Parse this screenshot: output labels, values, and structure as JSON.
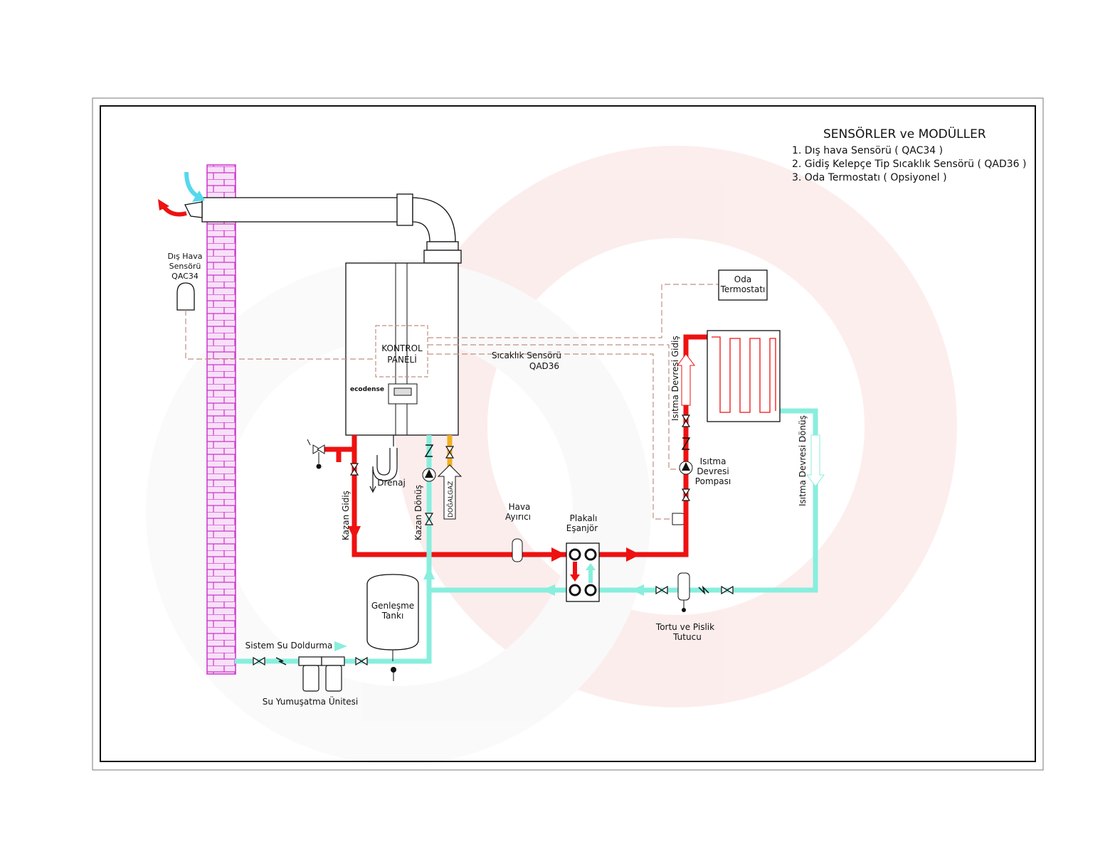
{
  "legend": {
    "title": "SENSÖRLER ve MODÜLLER",
    "items": [
      "1. Dış hava Sensörü ( QAC34 )",
      "2. Gidiş Kelepçe Tip Sıcaklık Sensörü ( QAD36 )",
      "3. Oda Termostatı ( Opsiyonel )"
    ]
  },
  "labels": {
    "outdoor_sensor": [
      "Dış Hava",
      "Sensörü",
      "QAC34"
    ],
    "control_panel": [
      "KONTROL",
      "PANELİ"
    ],
    "brand": "ecodense",
    "temp_sensor": [
      "Sıcaklık Sensörü",
      "QAD36"
    ],
    "room_thermostat": [
      "Oda",
      "Termostatı"
    ],
    "drain": "Drenaj",
    "natural_gas": "DOĞALGAZ",
    "boiler_supply": "Kazan Gidiş",
    "boiler_return": "Kazan Dönüş",
    "air_separator": [
      "Hava",
      "Ayırıcı"
    ],
    "plate_exchanger": [
      "Plakalı",
      "Eşanjör"
    ],
    "heating_supply": "Isıtma Devresi Gidiş",
    "heating_return": "Isıtma Devresi Dönüş",
    "heating_pump": [
      "Isıtma",
      "Devresi",
      "Pompası"
    ],
    "expansion_tank": [
      "Genleşme",
      "Tankı"
    ],
    "system_fill": "Sistem Su Doldurma",
    "water_softener": "Su Yumuşatma Ünitesi",
    "dirt_separator": [
      "Tortu ve Pislik",
      "Tutucu"
    ]
  },
  "colors": {
    "hot": "#ee1111",
    "cold": "#88eedd",
    "gas": "#f0b020",
    "wall": "#cc33cc",
    "wall_fill": "#f8e0f8",
    "signal": "#c09080",
    "watermark": "#fbe6e6"
  }
}
